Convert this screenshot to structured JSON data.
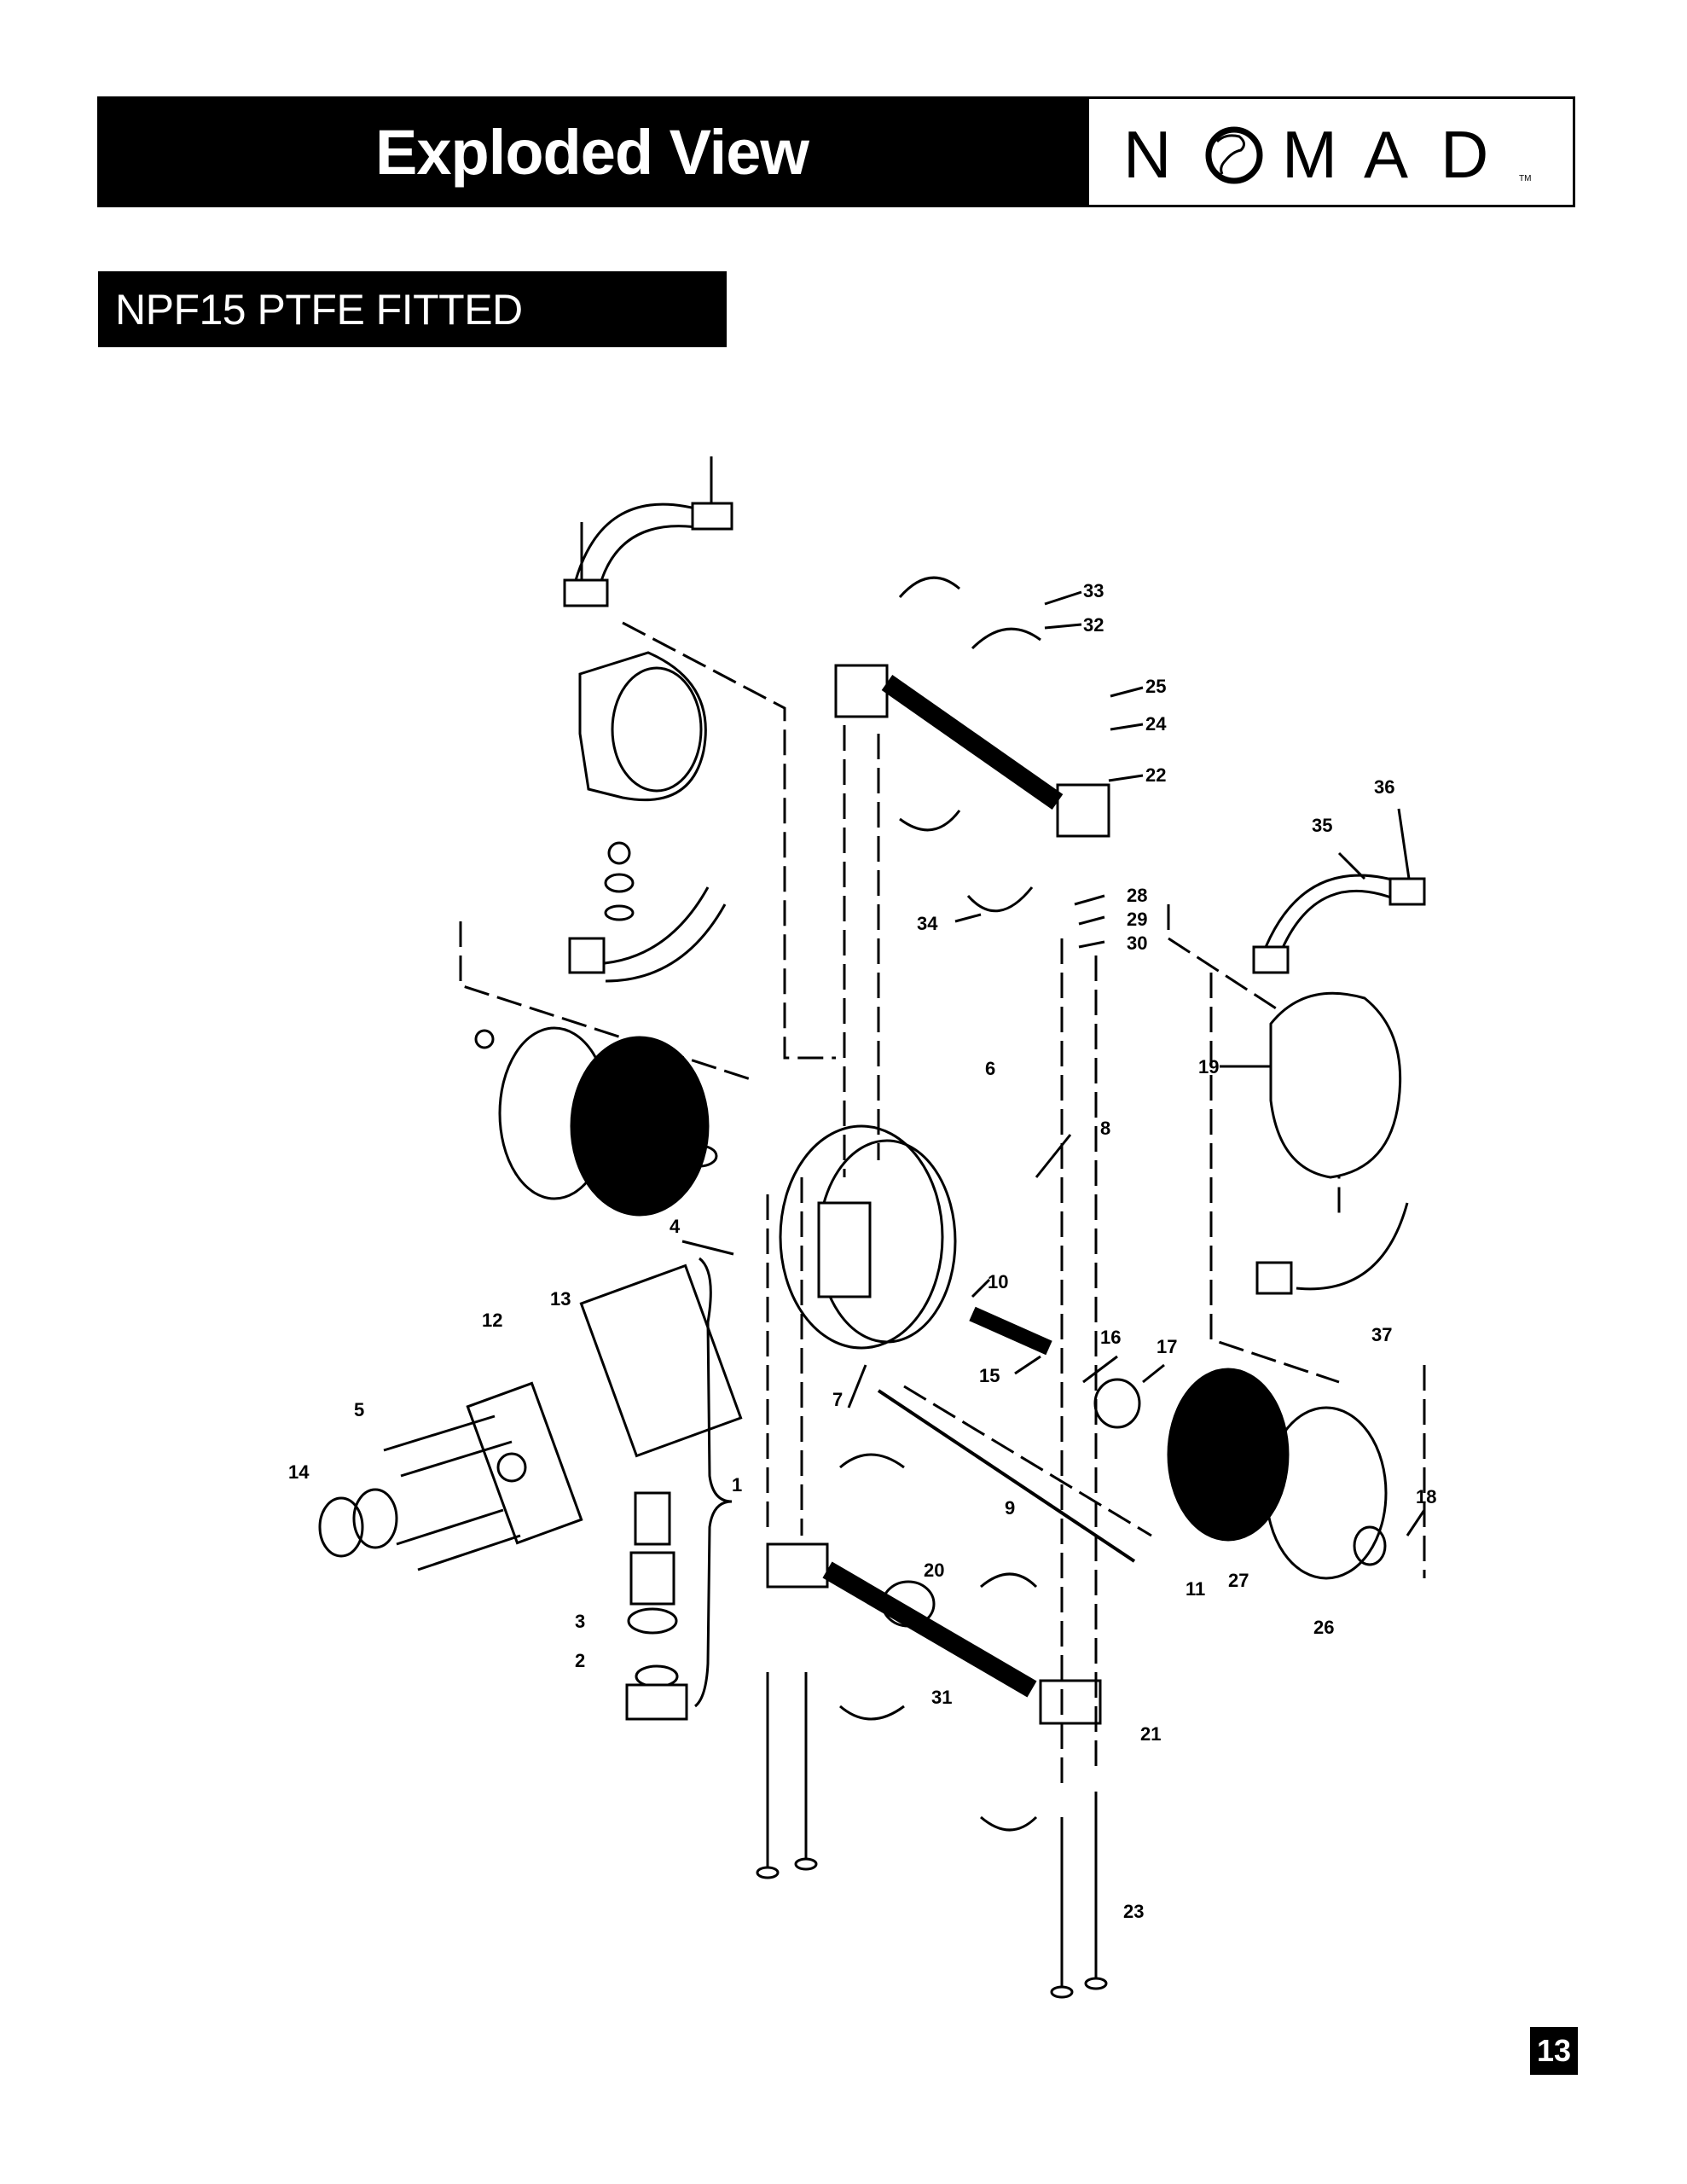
{
  "header": {
    "title": "Exploded View",
    "logo_text": "NOMAD",
    "trademark": "TM"
  },
  "section": {
    "title": "NPF15 PTFE FITTED"
  },
  "callouts": [
    "1",
    "2",
    "3",
    "4",
    "5",
    "6",
    "7",
    "8",
    "9",
    "10",
    "11",
    "12",
    "13",
    "14",
    "15",
    "16",
    "17",
    "18",
    "19",
    "20",
    "21",
    "22",
    "23",
    "24",
    "25",
    "26",
    "27",
    "28",
    "29",
    "30",
    "31",
    "32",
    "33",
    "34",
    "35",
    "36",
    "37"
  ],
  "page_number": "13"
}
